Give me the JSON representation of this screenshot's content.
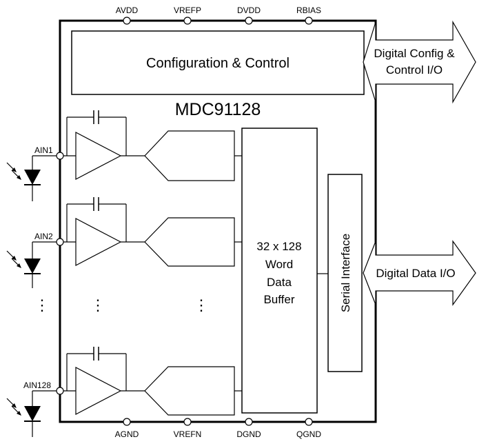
{
  "chip": {
    "name": "MDC91128",
    "config_block": "Configuration & Control",
    "buffer_lines": [
      "32 x 128",
      "Word",
      "Data",
      "Buffer"
    ],
    "serial_block": "Serial Interface"
  },
  "pins": {
    "top": [
      "AVDD",
      "VREFP",
      "DVDD",
      "RBIAS"
    ],
    "bottom": [
      "AGND",
      "VREFN",
      "DGND",
      "QGND"
    ],
    "inputs": [
      "AIN1",
      "AIN2",
      "AIN128"
    ]
  },
  "arrows": {
    "config_io": [
      "Digital Config &",
      "Control I/O"
    ],
    "data_io": "Digital Data I/O"
  },
  "ellipsis": "⋮"
}
